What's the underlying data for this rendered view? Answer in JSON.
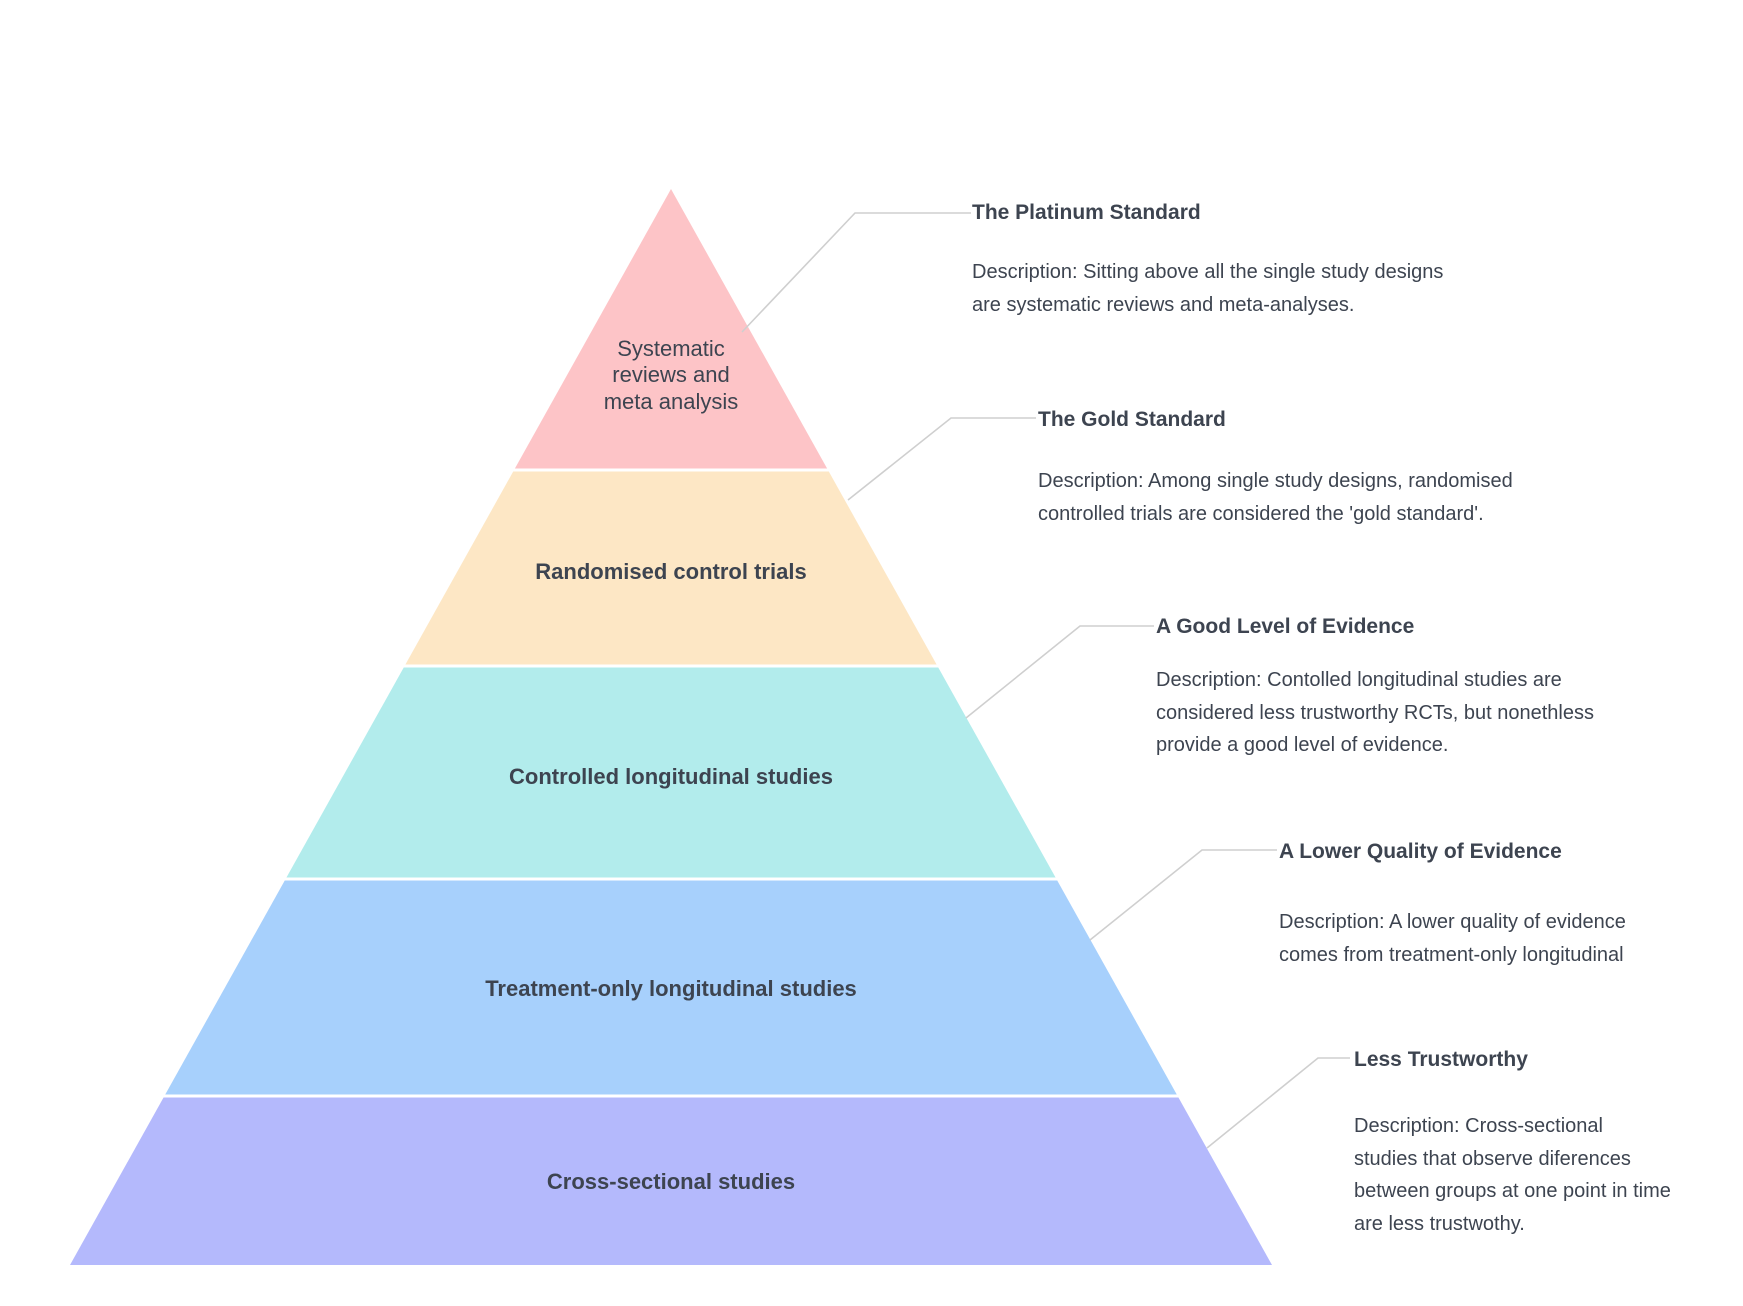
{
  "diagram": {
    "type": "pyramid",
    "tiers": [
      {
        "id": "systematic-reviews",
        "label_lines": [
          "Systematic",
          "reviews and",
          "meta analysis"
        ],
        "bold": false,
        "color": "#fdc4c7"
      },
      {
        "id": "randomised-trials",
        "label_lines": [
          "Randomised  control trials"
        ],
        "bold": true,
        "color": "#fde7c5"
      },
      {
        "id": "controlled-longitudinal",
        "label_lines": [
          "Controlled longitudinal studies"
        ],
        "bold": true,
        "color": "#b2ecec"
      },
      {
        "id": "treatment-only-longitudinal",
        "label_lines": [
          "Treatment-only longitudinal studies"
        ],
        "bold": true,
        "color": "#a7d0fc"
      },
      {
        "id": "cross-sectional",
        "label_lines": [
          "Cross-sectional studies"
        ],
        "bold": true,
        "color": "#b4b9fc"
      }
    ],
    "callouts": [
      {
        "id": "platinum",
        "title": "The Platinum Standard",
        "description_lines": [
          "Description: Sitting above all the single study designs",
          "are systematic reviews and meta-analyses."
        ]
      },
      {
        "id": "gold",
        "title": "The Gold Standard",
        "description_lines": [
          "Description: Among single study designs, randomised",
          "controlled trials are considered the 'gold standard'."
        ]
      },
      {
        "id": "good-evidence",
        "title": "A Good Level of Evidence",
        "description_lines": [
          "Description: Contolled longitudinal studies are",
          "considered less trustworthy RCTs, but nonethless",
          "provide a good level of evidence."
        ]
      },
      {
        "id": "lower-quality",
        "title": "A Lower Quality of Evidence",
        "description_lines": [
          "Description: A lower quality of evidence",
          "comes from treatment-only longitudinal"
        ]
      },
      {
        "id": "less-trustworthy",
        "title": "Less Trustworthy",
        "description_lines": [
          "Description: Cross-sectional",
          "studies that observe diferences",
          "between groups at one point in time",
          "are less trustwothy."
        ]
      }
    ],
    "connector_color": "#cfcfcf",
    "separator_color": "#ffffff"
  }
}
